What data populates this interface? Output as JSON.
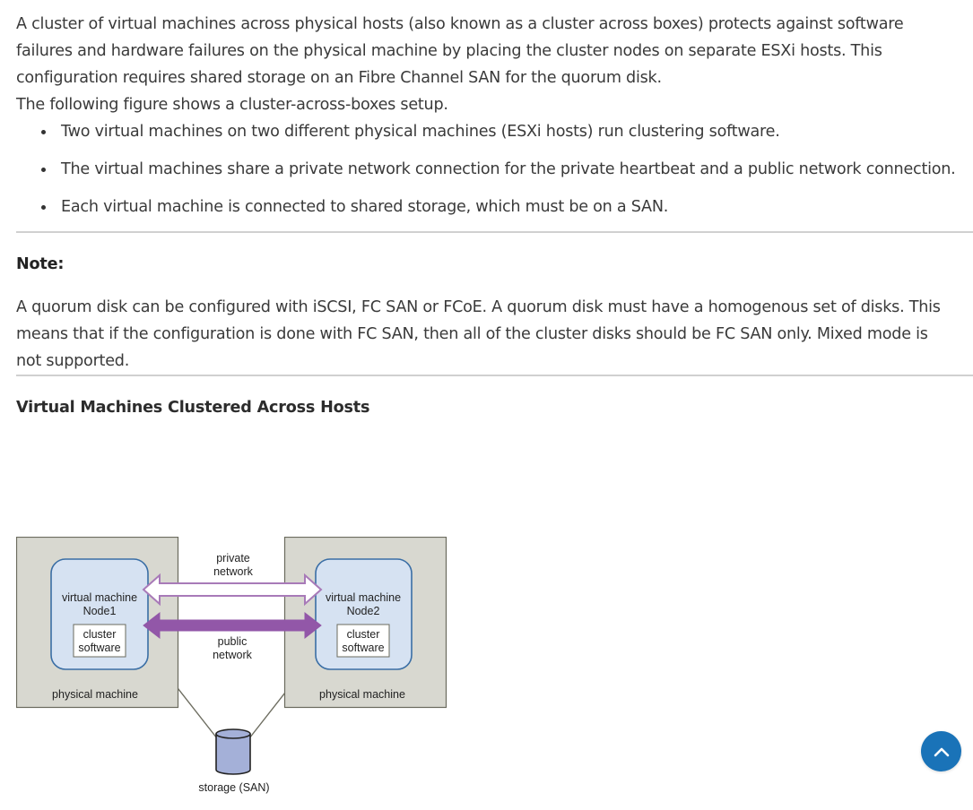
{
  "article": {
    "intro_paragraph": "A cluster of virtual machines across physical hosts (also known as a cluster across boxes) protects against software failures and hardware failures on the physical machine by placing the cluster nodes on separate ESXi hosts. This configuration requires shared storage on an Fibre Channel SAN for the quorum disk.",
    "figure_intro": "The following figure shows a cluster-across-boxes setup.",
    "bullets": [
      "Two virtual machines on two different physical machines (ESXi hosts) run clustering software.",
      "The virtual machines share a private network connection for the private heartbeat and a public network connection.",
      "Each virtual machine is connected to shared storage, which must be on a SAN."
    ],
    "note": {
      "title": "Note:",
      "text": "A quorum disk can be configured with iSCSI, FC SAN or FCoE. A quorum disk must have a homogenous set of disks. This means that if the configuration is done with FC SAN, then all of the cluster disks should be FC SAN only. Mixed mode is not supported."
    },
    "figure_title": "Virtual Machines Clustered Across Hosts"
  },
  "diagram": {
    "hosts": [
      {
        "label": "physical machine",
        "vm_label_line1": "virtual machine",
        "vm_label_line2": "Node1",
        "software_line1": "cluster",
        "software_line2": "software"
      },
      {
        "label": "physical machine",
        "vm_label_line1": "virtual machine",
        "vm_label_line2": "Node2",
        "software_line1": "cluster",
        "software_line2": "software"
      }
    ],
    "private_network": {
      "line1": "private",
      "line2": "network"
    },
    "public_network": {
      "line1": "public",
      "line2": "network"
    },
    "storage_label": "storage (SAN)",
    "colors": {
      "host_fill": "#d8d8d0",
      "host_stroke": "#6b6b5e",
      "vm_fill": "#d6e2f2",
      "vm_stroke": "#3a6ea5",
      "private_arrow_stroke": "#a87ab8",
      "public_arrow_fill": "#9257a8",
      "storage_fill": "#a4b0d8",
      "link_line": "#6d6d60"
    }
  },
  "back_to_top": {
    "icon": "chevron-up-icon",
    "color": "#1a73b8"
  }
}
